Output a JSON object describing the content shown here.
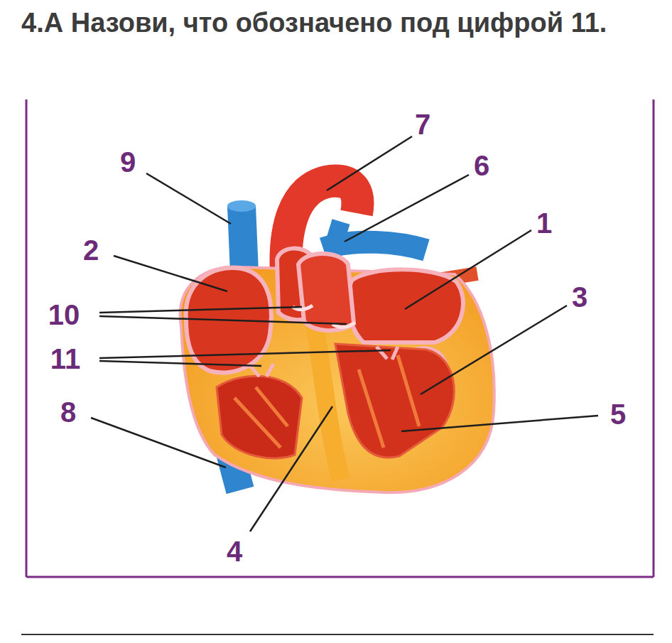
{
  "diagram": {
    "title": "4.А Назови, что обозначено под цифрой 11.",
    "labels": [
      "7",
      "9",
      "6",
      "1",
      "2",
      "3",
      "10",
      "11",
      "8",
      "5",
      "4"
    ]
  }
}
